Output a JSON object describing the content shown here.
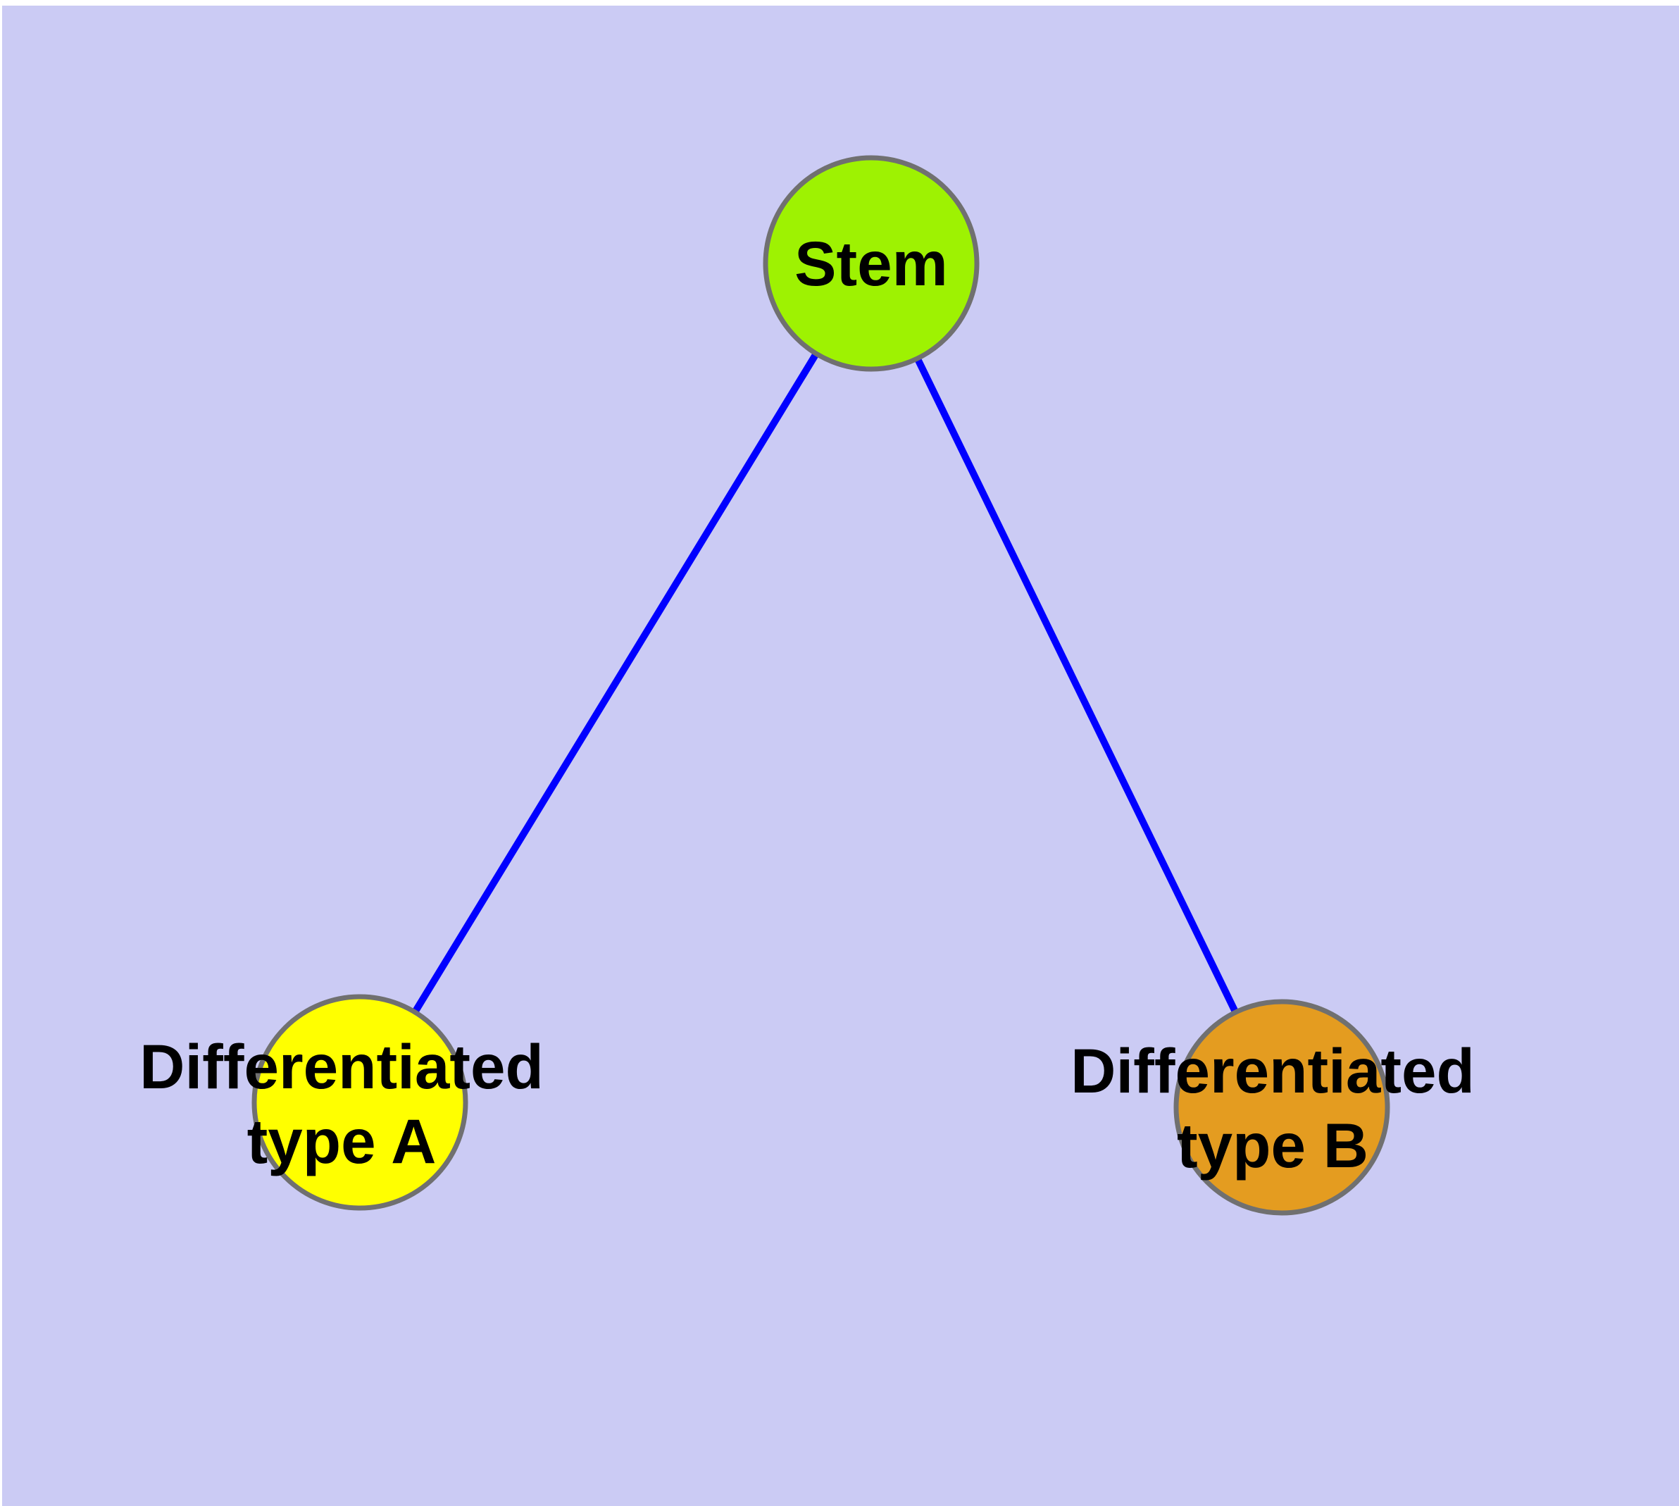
{
  "palette": {
    "page_background": "#FFFFFF",
    "canvas_background": "#CBCBF4",
    "edge_color": "#0000FF",
    "node_border_color": "#707070",
    "label_color": "#000000"
  },
  "nodes": {
    "stem": {
      "label": "Stem",
      "fill": "#9EF202"
    },
    "differentiated_a": {
      "label_line1": "Differentiated",
      "label_line2": "type A",
      "fill": "#FFFF00"
    },
    "differentiated_b": {
      "label_line1": "Differentiated",
      "label_line2": "type B",
      "fill": "#E49C20"
    }
  },
  "edges": [
    {
      "from": "Stem",
      "to": "Differentiated type A"
    },
    {
      "from": "Stem",
      "to": "Differentiated type B"
    }
  ]
}
